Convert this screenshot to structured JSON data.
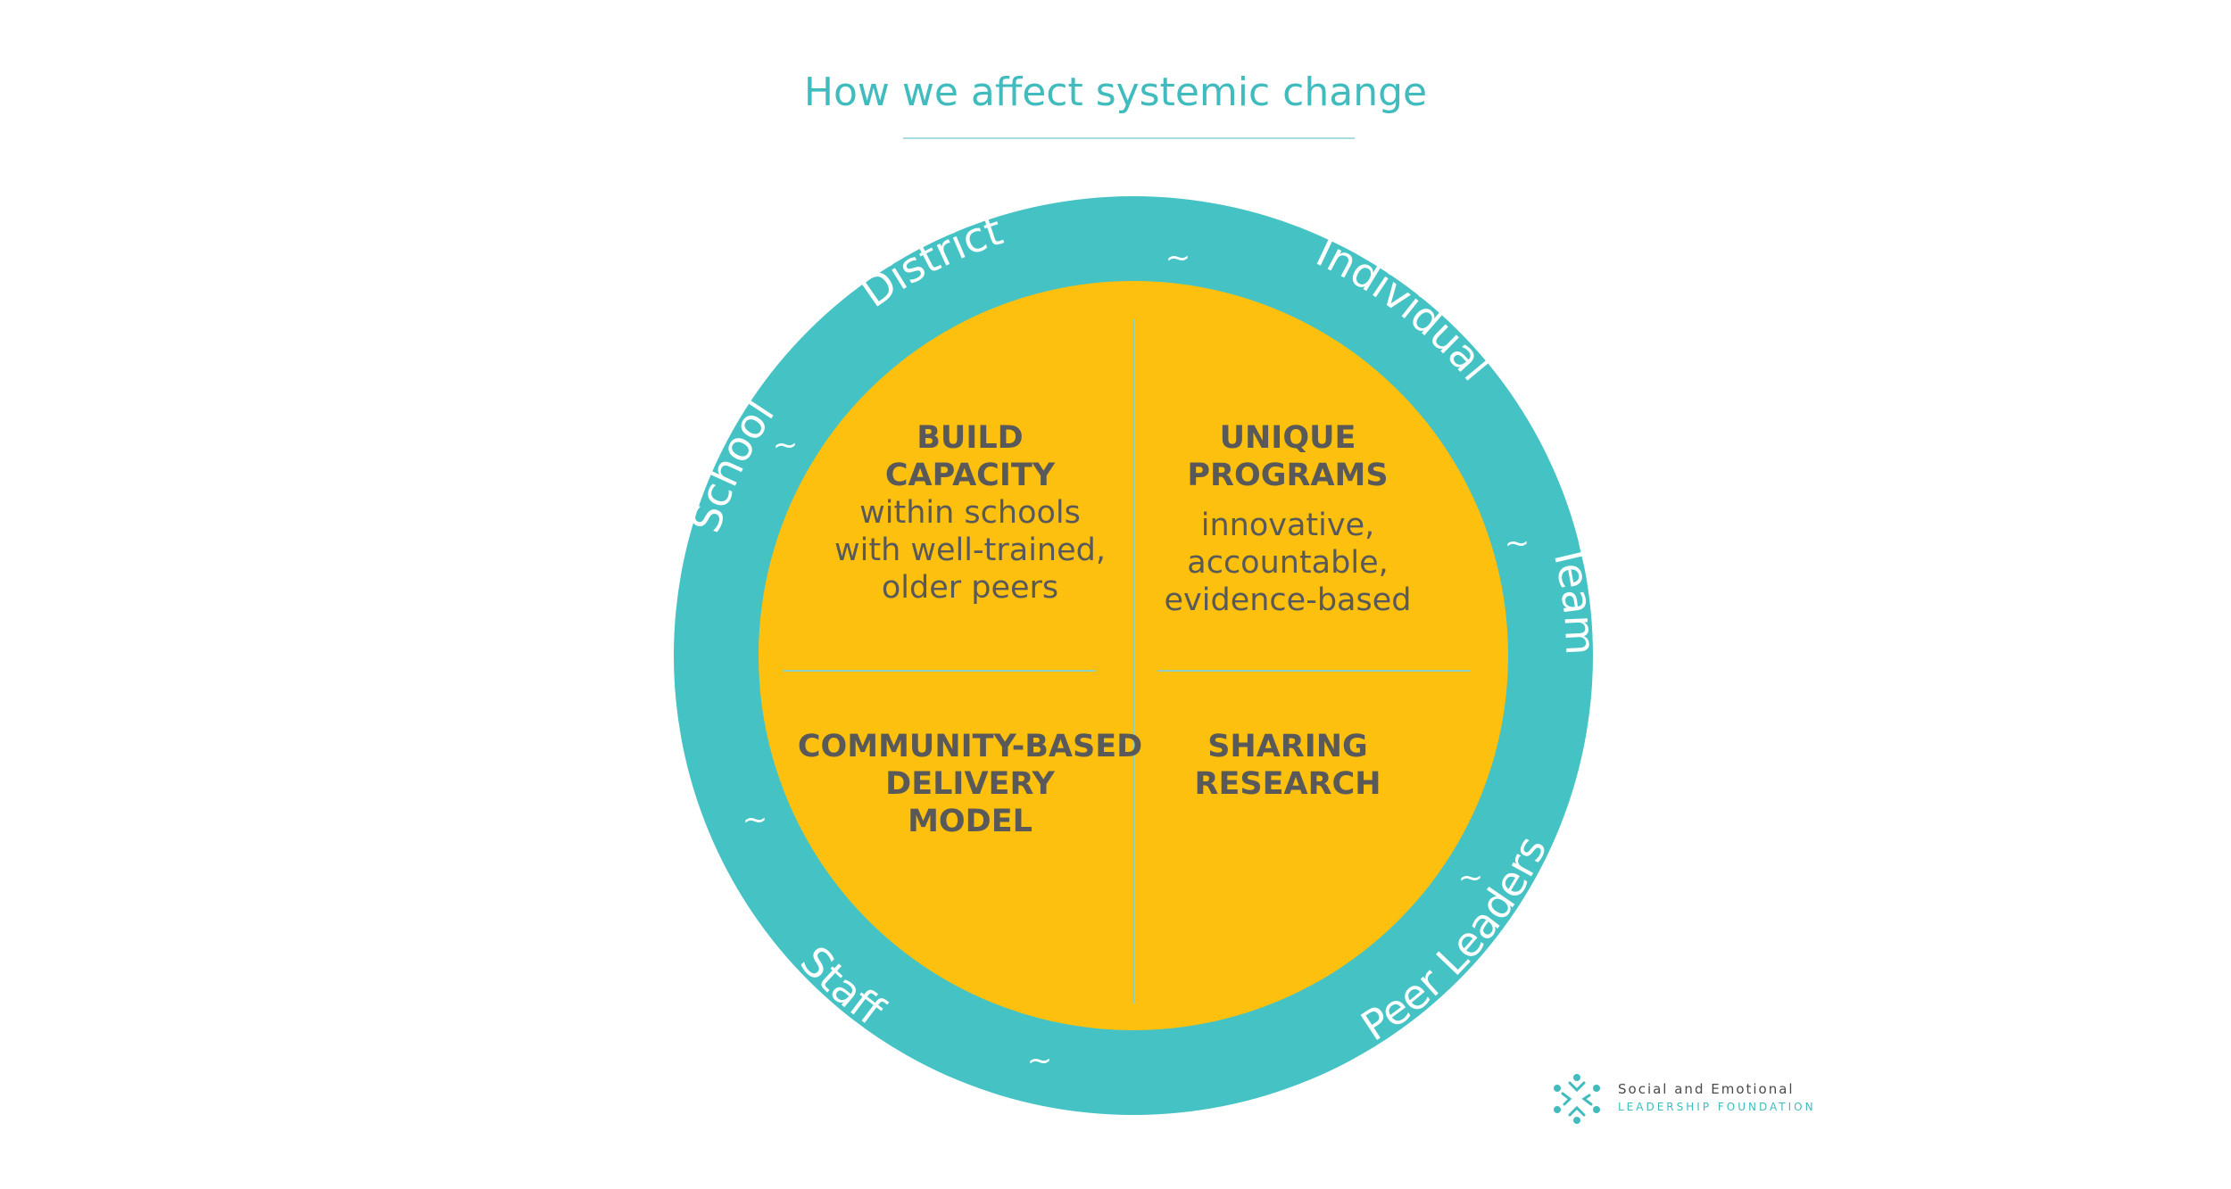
{
  "title": "How we affect systemic change",
  "colors": {
    "ring": "#45c2c4",
    "core": "#fdc00f",
    "text": "#595959",
    "accent": "#40bcbe",
    "divider": "#8ecfc3"
  },
  "ring_labels": [
    "District",
    "Individual",
    "Team",
    "Peer Leaders",
    "Staff",
    "School"
  ],
  "ring_separator": "~",
  "quadrants": {
    "top_left": {
      "head_1": "BUILD",
      "head_2": "CAPACITY",
      "sub_1": "within schools",
      "sub_2": "with well-trained,",
      "sub_3": "older peers"
    },
    "top_right": {
      "head_1": "UNIQUE",
      "head_2": "PROGRAMS",
      "sub_1": "innovative,",
      "sub_2": "accountable,",
      "sub_3": "evidence-based"
    },
    "bottom_left": {
      "head_1": "COMMUNITY-BASED",
      "head_2": "DELIVERY",
      "head_3": "MODEL"
    },
    "bottom_right": {
      "head_1": "SHARING",
      "head_2": "RESEARCH"
    }
  },
  "logo": {
    "icon": "people-circle-logo-icon",
    "line1": "Social and Emotional",
    "line2": "LEADERSHIP FOUNDATION"
  }
}
